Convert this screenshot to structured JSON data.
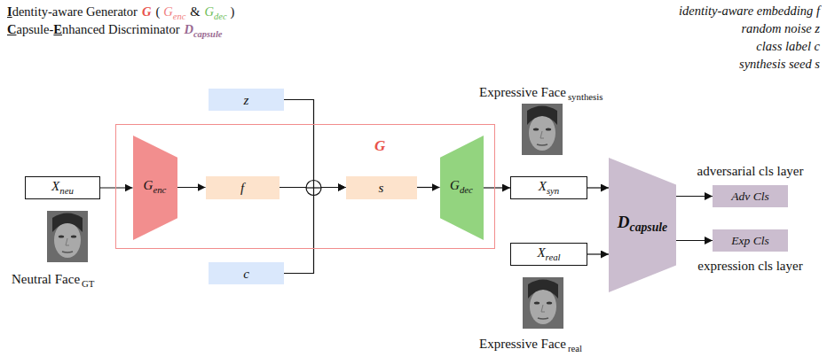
{
  "diagram": {
    "nodes": [
      {
        "text": [
          "X",
          "neu"
        ]
      },
      {
        "text": [
          "z"
        ]
      },
      {
        "text": [
          "G"
        ]
      },
      {
        "text": [
          "G",
          "enc"
        ],
        "in": 2
      },
      {
        "text": [
          "f"
        ],
        "in": 2
      },
      {
        "text": [
          "s"
        ],
        "in": 2
      },
      {
        "text": [
          "G",
          "dec"
        ],
        "in": 2
      },
      {
        "text": [
          "c"
        ]
      },
      {
        "text": [
          "X",
          "syn"
        ]
      },
      {
        "text": [
          "X",
          "real"
        ]
      },
      {
        "text": [
          "D",
          "capsule"
        ]
      },
      {
        "text": [
          "adversarial cls layer",
          "Adv Cls"
        ]
      },
      {
        "text": [
          "Exp Cls",
          "expression cls layer"
        ]
      }
    ],
    "edges": [
      {
        "from": 0,
        "to": 3,
        "arrow": "to"
      },
      {
        "from": 3,
        "to": 4,
        "arrow": "to"
      },
      {
        "from": 4,
        "to": 5,
        "arrow": "to"
      },
      {
        "from": 1,
        "to": 5,
        "arrow": "to"
      },
      {
        "from": 7,
        "to": 5,
        "arrow": "to"
      },
      {
        "from": 5,
        "to": 6,
        "arrow": "to"
      },
      {
        "from": 6,
        "to": 8,
        "arrow": "to"
      },
      {
        "from": 8,
        "to": 10,
        "arrow": "to"
      },
      {
        "from": 9,
        "to": 10,
        "arrow": "to"
      },
      {
        "from": 10,
        "to": 11,
        "arrow": "to"
      },
      {
        "from": 10,
        "to": 12,
        "arrow": "to"
      }
    ],
    "labels": [
      "I",
      "dentity-aware Generator",
      "G",
      "(",
      "G",
      "enc",
      "&",
      "G",
      "dec",
      ")",
      "C",
      "apsule-",
      "E",
      "nhanced Discriminator",
      "D",
      "capsule",
      "identity-aware embedding f",
      "random noise z",
      "class label c",
      "synthesis seed s",
      "Neutral Face",
      "GT",
      "Expressive Face",
      "synthesis",
      "Expressive Face",
      "real"
    ]
  }
}
